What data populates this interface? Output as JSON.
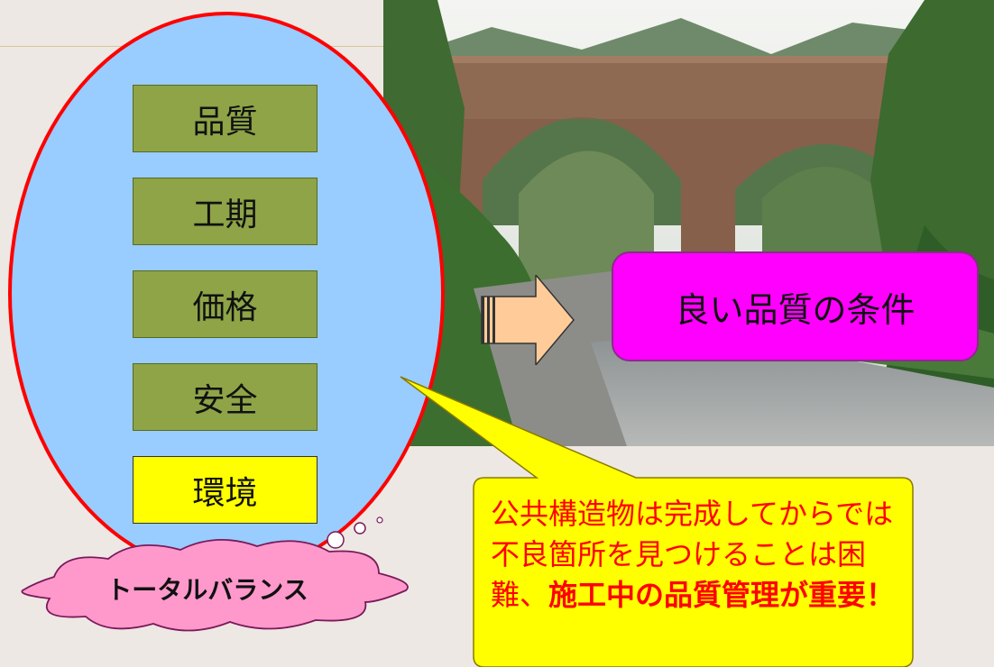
{
  "ellipse_items": [
    {
      "label": "品質",
      "highlight": false
    },
    {
      "label": "工期",
      "highlight": false
    },
    {
      "label": "価格",
      "highlight": false
    },
    {
      "label": "安全",
      "highlight": false
    },
    {
      "label": "環境",
      "highlight": true
    }
  ],
  "goal_box": {
    "label": "良い品質の条件"
  },
  "callout": {
    "text_normal": "公共構造物は完成してからでは不良箇所を見つけることは困難、",
    "text_bold": "施工中の品質管理が重要！"
  },
  "cloud": {
    "label": "トータルバランス"
  },
  "colors": {
    "ellipse_fill": "#99ccff",
    "ellipse_border": "#ff0000",
    "box_green": "#8ea447",
    "box_yellow": "#ffff00",
    "goal_fill": "#ff00ff",
    "callout_fill": "#ffff00",
    "callout_text": "#ff0000",
    "cloud_fill": "#ff99cc",
    "arrow_fill": "#ffcc99"
  }
}
